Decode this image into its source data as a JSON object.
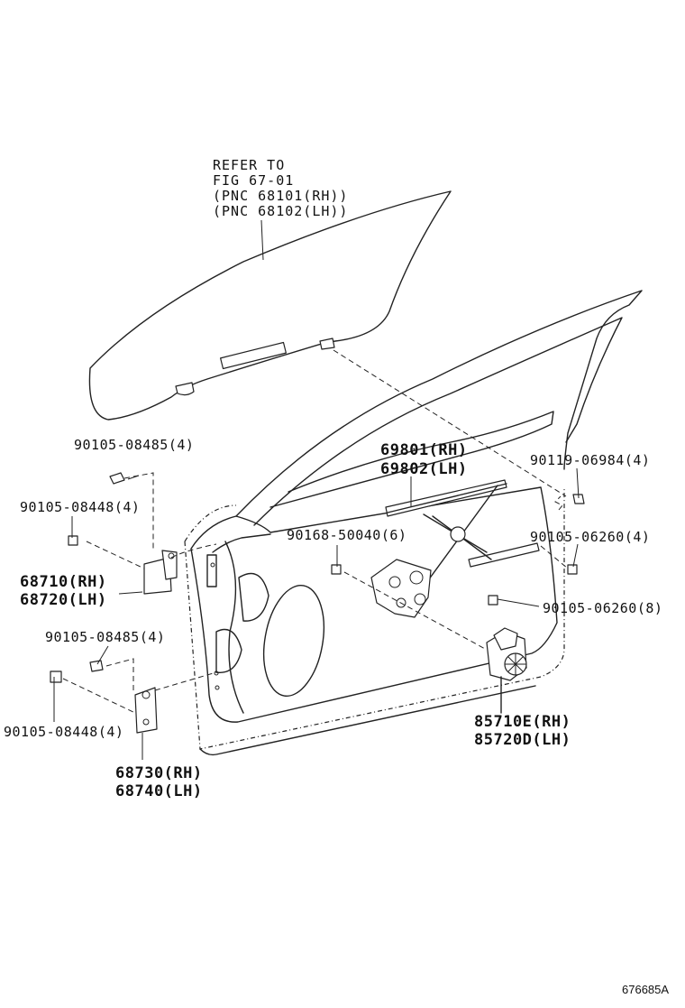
{
  "diagram": {
    "reference_note": [
      "REFER TO",
      "FIG 67-01",
      "(PNC 68101(RH))",
      "(PNC 68102(LH))"
    ],
    "labels": {
      "bolt_upper_hinge": "90105-08485(4)",
      "bolt_upper_hinge_side": "90105-08448(4)",
      "upper_hinge_rh": "68710(RH)",
      "upper_hinge_lh": "68720(LH)",
      "bolt_lower_hinge": "90105-08485(4)",
      "bolt_lower_hinge_side": "90105-08448(4)",
      "lower_hinge_rh": "68730(RH)",
      "lower_hinge_lh": "68740(LH)",
      "regulator_rh": "69801(RH)",
      "regulator_lh": "69802(LH)",
      "bolt_regulator": "90168-50040(6)",
      "bolt_glass_run": "90119-06984(4)",
      "bolt_regulator_rail": "90105-06260(4)",
      "bolt_motor": "90105-06260(8)",
      "motor_rh": "85710E(RH)",
      "motor_lh": "85720D(LH)"
    },
    "drawing_code": "676685A"
  }
}
